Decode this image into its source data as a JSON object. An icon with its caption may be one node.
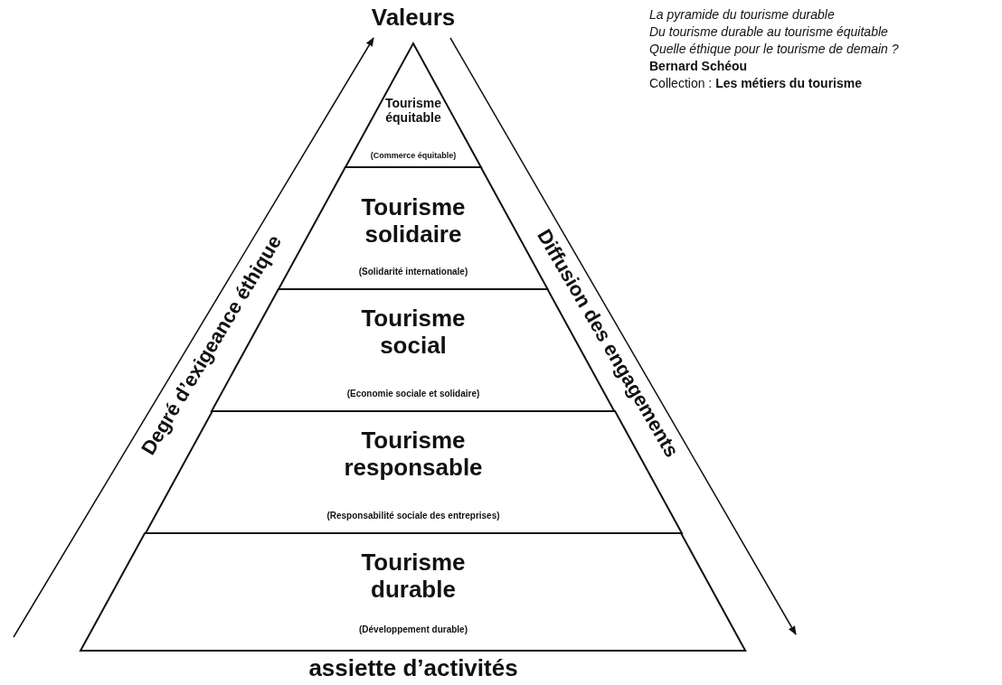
{
  "diagram": {
    "nodes": [
      {
        "text": [
          "Tourisme équitable",
          "(Commerce équitable)"
        ]
      },
      {
        "text": [
          "Tourisme solidaire",
          "(Solidarité internationale)"
        ]
      },
      {
        "text": [
          "Tourisme social",
          "(Economie sociale et solidaire)"
        ]
      },
      {
        "text": [
          "Tourisme responsable",
          "(Responsabilité sociale des entreprises)"
        ]
      },
      {
        "text": [
          "Tourisme durable",
          "(Développement durable)"
        ]
      }
    ],
    "edges": [],
    "labels": [
      "Valeurs",
      "La pyramide du tourisme durable",
      "Du tourisme durable au tourisme équitable",
      "Quelle éthique pour le tourisme de demain ?",
      "Bernard Schéou",
      "Collection : **Les métiers du tourisme**",
      "Degré d’exigeance éthique",
      "Diffusion des engagements",
      "assiette d’activités"
    ]
  }
}
